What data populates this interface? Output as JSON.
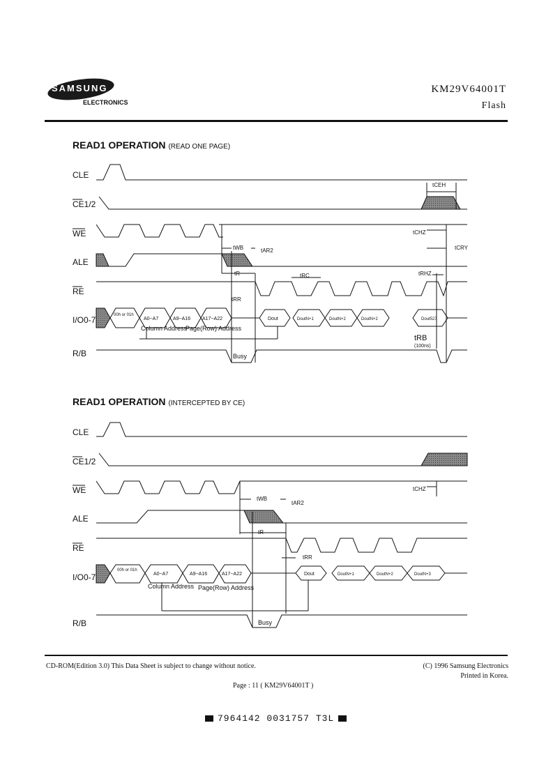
{
  "header": {
    "logo_text": "SAMSUNG",
    "logo_sub": "ELECTRONICS",
    "part_number": "KM29V64001T",
    "product": "Flash"
  },
  "section1": {
    "title": "READ1 OPERATION",
    "subtitle": "(READ ONE PAGE)",
    "signals": [
      "CLE",
      "CE1/2",
      "WE",
      "ALE",
      "RE",
      "I/O0-7",
      "R/B"
    ],
    "timing": {
      "tceh": "tCEH",
      "tchz": "tCHZ",
      "tcry": "tCRY",
      "twb": "tWB",
      "tar2": "tAR2",
      "tr": "tR",
      "trc": "tRC",
      "trhz": "tRHZ",
      "trr": "tRR",
      "trb": "tRB",
      "trb_note": "(100ns)"
    },
    "io": {
      "cmd": "00h or 01h",
      "a0": "A0~A7",
      "a9": "A9~A16",
      "a17": "A17~A22",
      "col_label": "Column Address",
      "page_label": "Page(Row) Address",
      "dout": [
        "Dout",
        "DoutN+1",
        "DoutN+2",
        "DoutN+2",
        "Dout527"
      ]
    },
    "busy": "Busy"
  },
  "section2": {
    "title": "READ1 OPERATION",
    "subtitle": "(INTERCEPTED BY CE)",
    "signals": [
      "CLE",
      "CE1/2",
      "WE",
      "ALE",
      "RE",
      "I/O0-7",
      "R/B"
    ],
    "timing": {
      "tchz": "tCHZ",
      "twb": "tWB",
      "tar2": "tAR2",
      "tr": "tR",
      "trr": "tRR"
    },
    "io": {
      "cmd": "00h or 01h",
      "a0": "A0~A7",
      "a9": "A9~A16",
      "a17": "A17~A22",
      "col_label": "Column Address",
      "page_label": "Page(Row) Address",
      "dout": [
        "Dout",
        "DoutN+1",
        "DoutN+2",
        "DoutN+3"
      ]
    },
    "busy": "Busy"
  },
  "footer": {
    "edition": "CD-ROM(Edition 3.0)   This Data Sheet is subject to change without notice.",
    "copyright": "(C) 1996 Samsung Electronics",
    "printed": "Printed in Korea.",
    "page": "Page : 11  ( KM29V64001T )",
    "barcode": "7964142 0031757 T3L"
  }
}
